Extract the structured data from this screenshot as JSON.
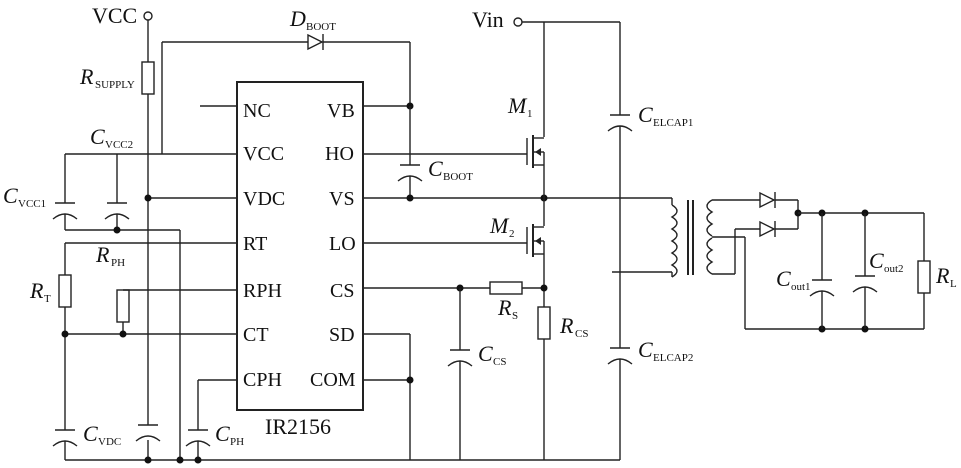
{
  "nodes": {
    "vcc": "VCC",
    "vin": "Vin"
  },
  "chip": {
    "name": "IR2156",
    "pins_left": [
      "NC",
      "VCC",
      "VDC",
      "RT",
      "RPH",
      "CT",
      "CPH"
    ],
    "pins_right": [
      "VB",
      "HO",
      "VS",
      "LO",
      "CS",
      "SD",
      "COM"
    ]
  },
  "components": {
    "d_boot": {
      "sym": "D",
      "sub": "BOOT"
    },
    "r_supply": {
      "sym": "R",
      "sub": "SUPPLY"
    },
    "c_vcc2": {
      "sym": "C",
      "sub": "VCC2"
    },
    "c_vcc1": {
      "sym": "C",
      "sub": "VCC1"
    },
    "r_ph": {
      "sym": "R",
      "sub": "PH"
    },
    "r_t": {
      "sym": "R",
      "sub": "T"
    },
    "c_vdc": {
      "sym": "C",
      "sub": "VDC"
    },
    "c_ph": {
      "sym": "C",
      "sub": "PH"
    },
    "c_boot": {
      "sym": "C",
      "sub": "BOOT"
    },
    "m1": {
      "sym": "M",
      "sub": "1"
    },
    "m2": {
      "sym": "M",
      "sub": "2"
    },
    "r_s": {
      "sym": "R",
      "sub": "S"
    },
    "r_cs": {
      "sym": "R",
      "sub": "CS"
    },
    "c_cs": {
      "sym": "C",
      "sub": "CS"
    },
    "c_elcap1": {
      "sym": "C",
      "sub": "ELCAP1"
    },
    "c_elcap2": {
      "sym": "C",
      "sub": "ELCAP2"
    },
    "c_out1": {
      "sym": "C",
      "sub": "out1"
    },
    "c_out2": {
      "sym": "C",
      "sub": "out2"
    },
    "r_l": {
      "sym": "R",
      "sub": "L"
    }
  }
}
